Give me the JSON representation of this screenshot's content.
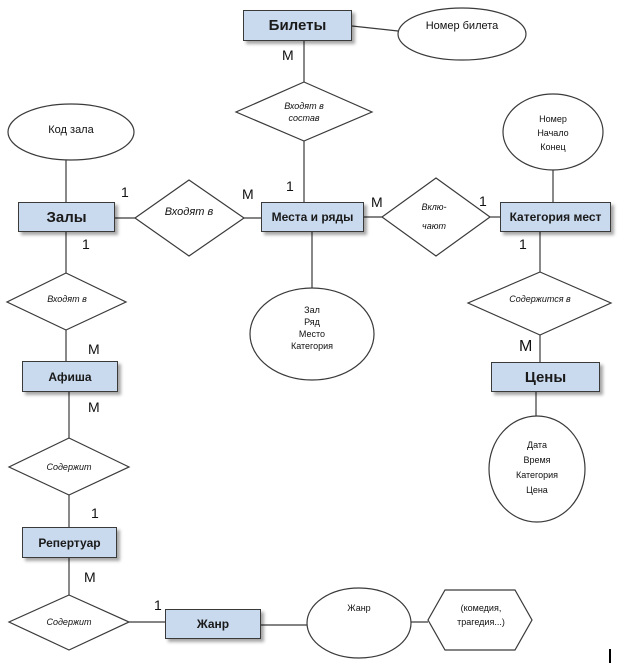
{
  "entities": {
    "tickets": "Билеты",
    "halls": "Залы",
    "places_rows": "Места и ряды",
    "seat_category": "Категория мест",
    "poster": "Афиша",
    "prices": "Цены",
    "repertoire": "Репертуар",
    "genre": "Жанр"
  },
  "relationships": {
    "part_of": "Входят в состав",
    "included_in": "Входят в",
    "includes": "Вклю-чают",
    "contained": "Содержится в",
    "belongs": "Входят в",
    "contains_1": "Содержит",
    "contains_2": "Содержит"
  },
  "attributes": {
    "ticket_number": "Номер билета",
    "hall_code": "Код зала",
    "category_fields": [
      "Номер",
      "Начало",
      "Конец"
    ],
    "place_fields": [
      "Зал",
      "Ряд",
      "Место",
      "Категория"
    ],
    "price_fields": [
      "Дата",
      "Время",
      "Категория",
      "Цена"
    ],
    "genre_name": "Жанр",
    "genre_values": "(комедия, трагедия...)"
  },
  "cardinality": {
    "tickets_m": "М",
    "places_top_1": "1",
    "halls_right_1": "1",
    "places_left_m": "М",
    "places_right_m": "М",
    "category_left_1": "1",
    "halls_bottom_1": "1",
    "category_bottom_1": "1",
    "poster_top_m": "М",
    "prices_top_m": "М",
    "poster_bottom_m": "М",
    "repertoire_top_1": "1",
    "repertoire_bottom_m": "М",
    "genre_left_1": "1"
  },
  "colors": {
    "entity_fill": "#c9d9ee",
    "stroke": "#3a3a3a"
  }
}
